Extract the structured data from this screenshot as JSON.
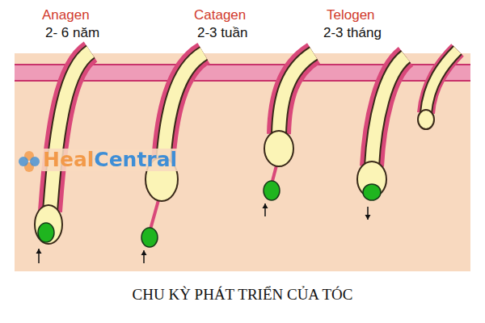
{
  "diagram": {
    "caption": "CHU KỲ PHÁT TRIỂN CỦA TÓC",
    "labels": [
      "Anagen",
      "2- 6 năm",
      "Catagen",
      "2-3 tuần",
      "Telogen",
      "2-3 tháng",
      "HealCentral"
    ]
  }
}
